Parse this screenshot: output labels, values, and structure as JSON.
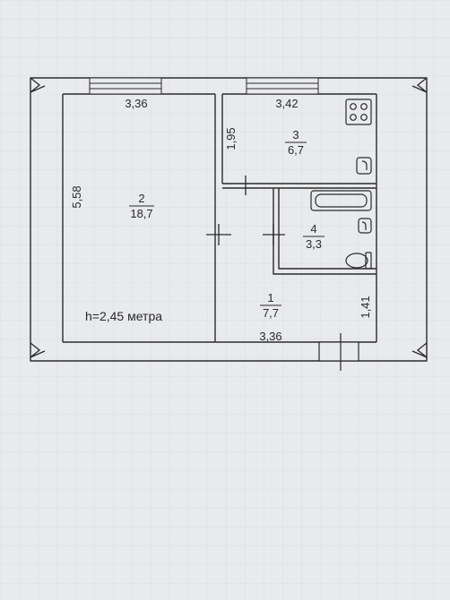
{
  "plan": {
    "rooms": [
      {
        "number": "2",
        "area": "18,7"
      },
      {
        "number": "3",
        "area": "6,7"
      },
      {
        "number": "4",
        "area": "3,3"
      },
      {
        "number": "1",
        "area": "7,7"
      }
    ],
    "dimensions": {
      "top_left_width": "3,36",
      "top_right_width": "3,42",
      "left_height": "5,58",
      "kitchen_depth": "1,95",
      "hall_width": "3,36",
      "hall_depth": "1,41"
    },
    "ceiling_note": "h=2,45 метра"
  },
  "colors": {
    "paper": "#e9eaec",
    "line": "#2a2a2a",
    "grid": "#c9d6ea"
  }
}
